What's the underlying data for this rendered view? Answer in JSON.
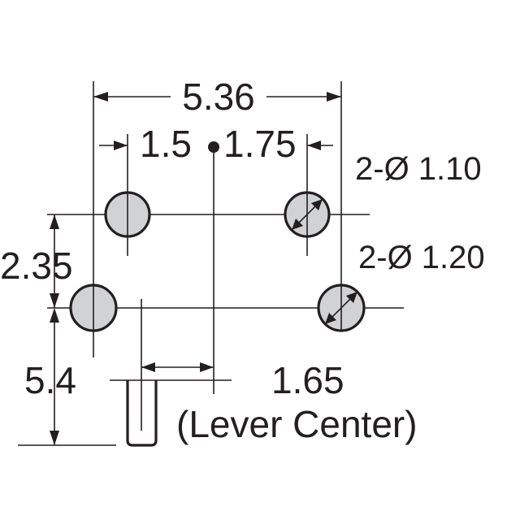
{
  "dimensions": {
    "overall_width": "5.36",
    "left_offset": "1.5",
    "right_offset": "1.75",
    "hole_upper_note": "2-Ø 1.10",
    "hole_lower_note": "2-Ø 1.20",
    "row_spacing": "2.35",
    "lever_length": "5.4",
    "lever_offset": "1.65",
    "lever_caption": "(Lever Center)"
  },
  "colors": {
    "line": "#231f20",
    "hole_fill": "#d1d2d4",
    "background": "#ffffff"
  }
}
